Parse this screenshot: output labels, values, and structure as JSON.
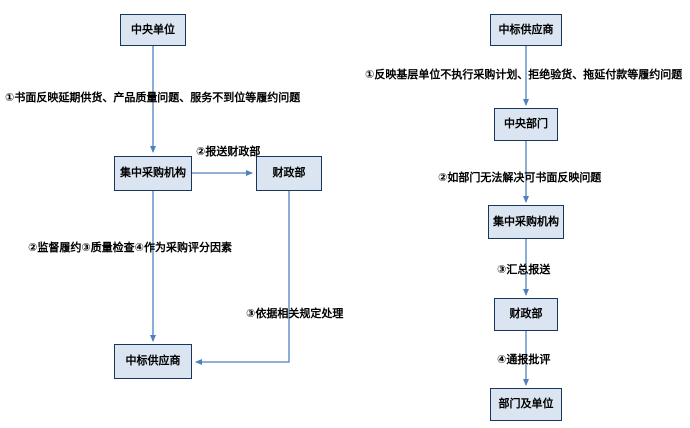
{
  "diagram": {
    "left_flow": {
      "nodes": {
        "central_unit": "中央单位",
        "procurement_agency": "集中采购机构",
        "finance_ministry": "财政部",
        "winning_supplier": "中标供应商"
      },
      "annotations": {
        "report_issues": "①书面反映延期供货、产品质量问题、服务不到位等履约问题",
        "submit_to_mof": "②报送财政部",
        "supervision": "②监督履约③质量检查④作为采购评分因素",
        "handle_by_rules": "③依据相关规定处理"
      }
    },
    "right_flow": {
      "nodes": {
        "winning_supplier": "中标供应商",
        "central_department": "中央部门",
        "procurement_agency": "集中采购机构",
        "finance_ministry": "财政部",
        "departments_units": "部门及单位"
      },
      "annotations": {
        "step1": "①反映基层单位不执行采购计划、拒绝验货、拖延付款等履约问题",
        "step2": "②如部门无法解决可书面反映问题",
        "step3": "③汇总报送",
        "step4": "④通报批评"
      }
    },
    "colors": {
      "box_fill": "#dbe5f1",
      "box_border": "#17375e",
      "arrow": "#4f81bd",
      "text": "#000000"
    }
  }
}
